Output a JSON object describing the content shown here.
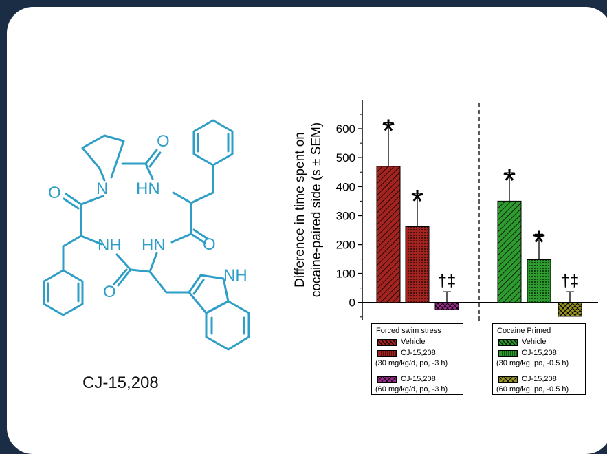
{
  "compound": {
    "name": "CJ-15,208",
    "atoms": {
      "o_top": "O",
      "o_left": "O",
      "o_right": "O",
      "o_bottom": "O",
      "n_ring": "N",
      "hn_top": "HN",
      "nh_mid": "NH",
      "hn_mid": "HN",
      "nh_indole": "NH"
    },
    "color": "#2e9ec7"
  },
  "chart_data": {
    "type": "bar",
    "ylabel": "Difference in time spent on cocaine-paired side (s ± SEM)",
    "ylim": [
      -60,
      700
    ],
    "yticks": [
      0,
      100,
      200,
      300,
      400,
      500,
      600
    ],
    "groups": [
      {
        "legend_title": "Forced swim stress",
        "bars": [
          {
            "label": "Vehicle",
            "sub": "",
            "value": 470,
            "sem": 150,
            "annotation": "*",
            "color": "#a3231f",
            "pattern": "hatch"
          },
          {
            "label": "CJ-15,208",
            "sub": "(30 mg/kg/d, po, -3 h)",
            "value": 262,
            "sem": 115,
            "annotation": "*",
            "color": "#a3231f",
            "pattern": "dots"
          },
          {
            "label": "CJ-15,208",
            "sub": "(60 mg/kg/d, po, -3 h)",
            "value": -25,
            "sem": 62,
            "annotation": "†‡",
            "color": "#9b2a8a",
            "pattern": "cross"
          }
        ]
      },
      {
        "legend_title": "Cocaine Primed",
        "bars": [
          {
            "label": "Vehicle",
            "sub": "",
            "value": 350,
            "sem": 98,
            "annotation": "*",
            "color": "#2d9b2d",
            "pattern": "hatch"
          },
          {
            "label": "CJ-15,208",
            "sub": "(30 mg/kg, po, -0.5 h)",
            "value": 148,
            "sem": 88,
            "annotation": "*",
            "color": "#2d9b2d",
            "pattern": "dots"
          },
          {
            "label": "CJ-15,208",
            "sub": "(60 mg/kg, po, -0.5 h)",
            "value": -48,
            "sem": 85,
            "annotation": "†‡",
            "color": "#9a9420",
            "pattern": "cross"
          }
        ]
      }
    ]
  }
}
